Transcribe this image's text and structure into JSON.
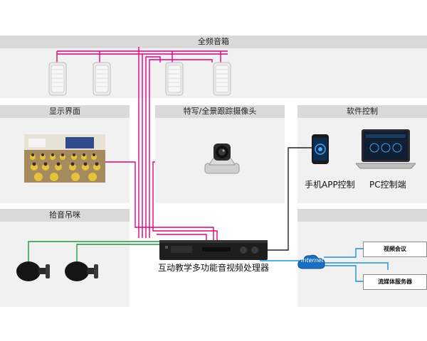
{
  "panels": {
    "speakers": {
      "title": "全频音箱"
    },
    "display": {
      "title": "显示界面"
    },
    "camera": {
      "title": "特写/全景跟踪摄像头"
    },
    "software": {
      "title": "软件控制"
    },
    "mics": {
      "title": "拾音吊咪"
    }
  },
  "software": {
    "app_label": "手机APP控制",
    "pc_label": "PC控制端"
  },
  "processor": {
    "label": "互动教学多功能音视频处理器"
  },
  "network": {
    "cloud_label": "Internet",
    "outputs": [
      "视频会议",
      "流媒体服务器"
    ]
  },
  "colors": {
    "panel_bg": "#f1f1f1",
    "header_bg": "#d9d9d9",
    "speaker_wire": "#e4007f",
    "mic_wire": "#1f9a3c",
    "network_wire": "#1f8fd6",
    "control_wire": "#222222"
  }
}
